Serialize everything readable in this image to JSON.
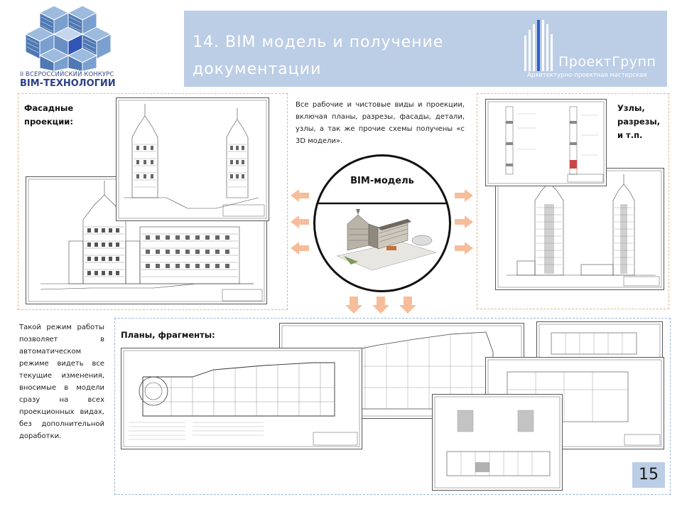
{
  "logo": {
    "contest_line": "II ВСЕРОССИЙСКИЙ КОНКУРС",
    "contest_name": "BIM-ТЕХНОЛОГИИ"
  },
  "header": {
    "title": "14. BIM модель и получение документации",
    "company_name": "ПроектГрупп",
    "company_subtitle": "Архитектурно-проектная мастерская"
  },
  "sections": {
    "facades_label": "Фасадные проекции:",
    "nodes_label": "Узлы, разрезы, и т.п.",
    "plans_label": "Планы, фрагменты:",
    "bim_label": "BIM-модель"
  },
  "texts": {
    "description": "Все рабочие и чистовые виды и проекции, включая планы, разрезы, фасады, детали, узлы, а так же прочие схемы получены «с 3D модели».",
    "side_note": "Такой режим работы позволяет в автоматическом режиме видеть все текущие изменения, вносимые в модели сразу на всех проекционных видах, без дополнительной доработки."
  },
  "page_number": "15",
  "colors": {
    "banner": "#bccde6",
    "arrow": "#f6bd9a",
    "panel_orange": "#e6b485",
    "panel_blue": "#9ab7de"
  }
}
